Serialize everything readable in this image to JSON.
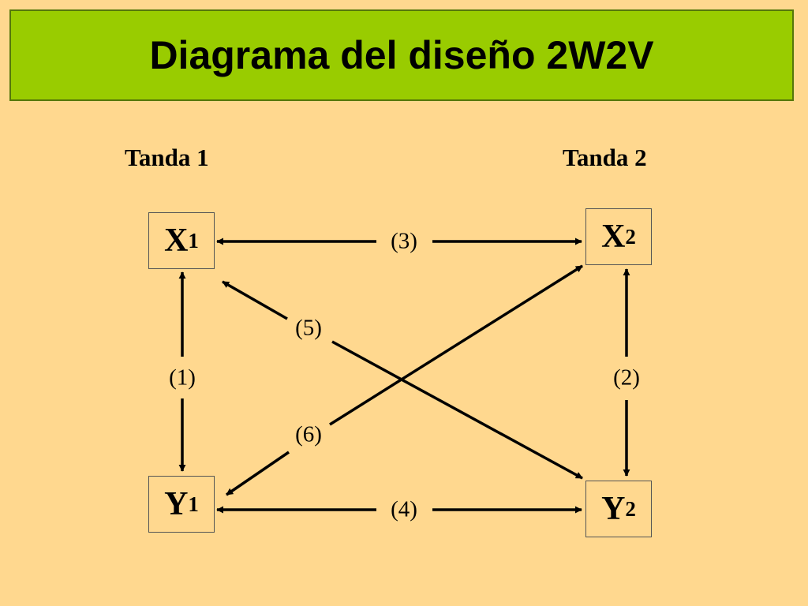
{
  "title": "Diagrama del diseño 2W2V",
  "waves": {
    "wave1": "Tanda 1",
    "wave2": "Tanda 2"
  },
  "variables": {
    "x1": {
      "letter": "X",
      "sub": "1"
    },
    "x2": {
      "letter": "X",
      "sub": "2"
    },
    "y1": {
      "letter": "Y",
      "sub": "1"
    },
    "y2": {
      "letter": "Y",
      "sub": "2"
    }
  },
  "paths": {
    "p1": "(1)",
    "p2": "(2)",
    "p3": "(3)",
    "p4": "(4)",
    "p5": "(5)",
    "p6": "(6)"
  },
  "colors": {
    "background": "#FFD88F",
    "title_bar": "#99CC00",
    "ink": "#000000"
  }
}
